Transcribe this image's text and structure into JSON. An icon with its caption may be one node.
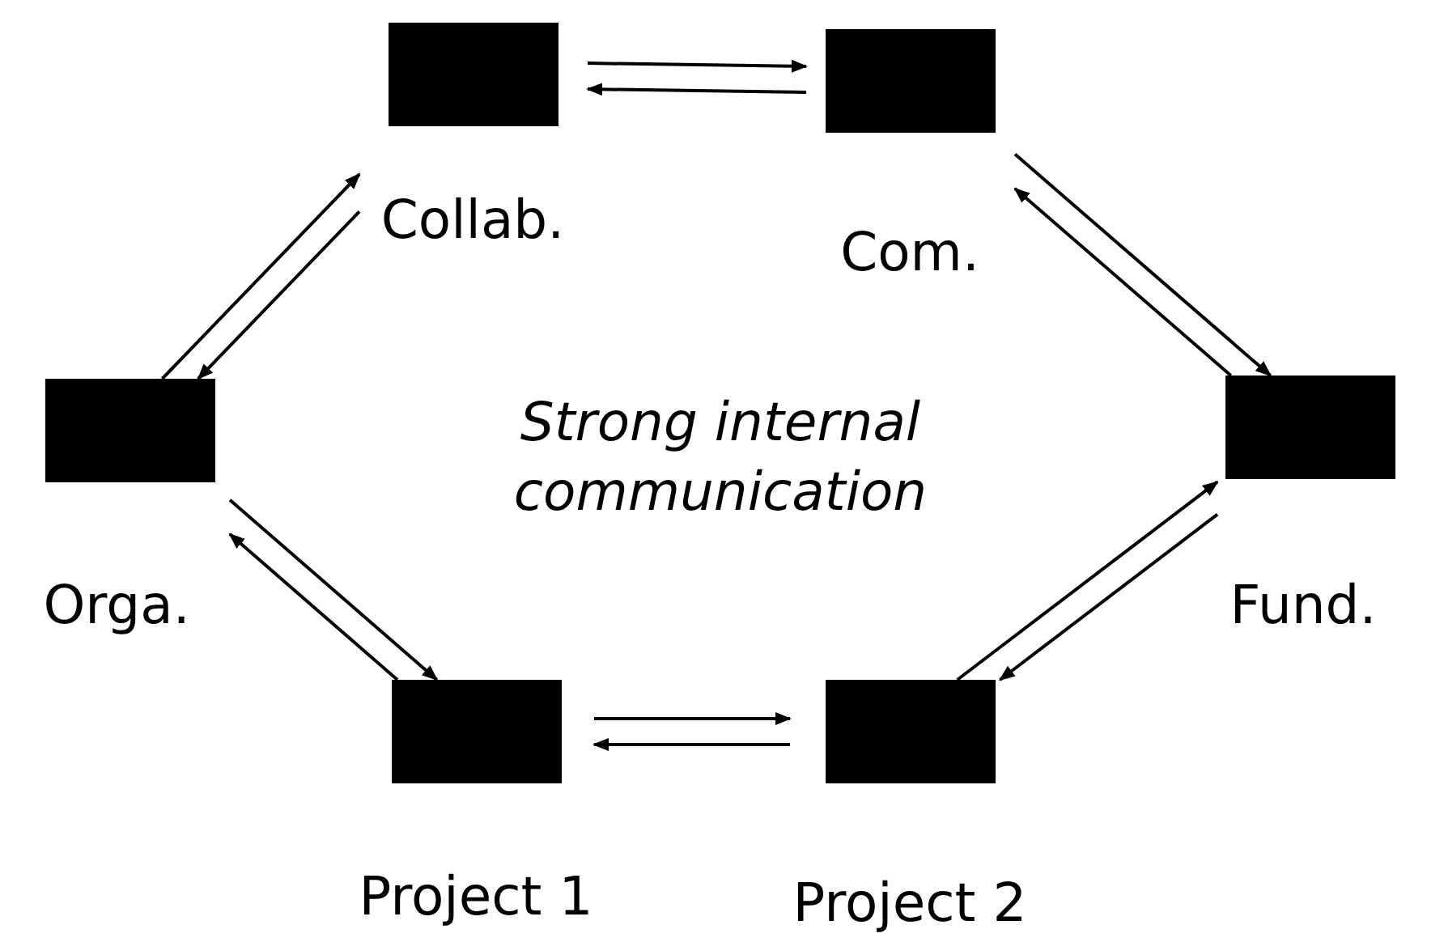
{
  "diagram": {
    "nodes": [
      {
        "text": [
          "Collab."
        ]
      },
      {
        "text": [
          "Com."
        ]
      },
      {
        "text": [
          "Orga."
        ]
      },
      {
        "text": [
          "Fund."
        ]
      },
      {
        "text": [
          "Project 1"
        ]
      },
      {
        "text": [
          "Project 2"
        ]
      }
    ],
    "edges": [
      {
        "from": 0,
        "to": 1,
        "arrow": "to"
      },
      {
        "from": 1,
        "to": 0,
        "arrow": "to"
      },
      {
        "from": 1,
        "to": 3,
        "arrow": "to"
      },
      {
        "from": 3,
        "to": 1,
        "arrow": "to"
      },
      {
        "from": 5,
        "to": 3,
        "arrow": "to"
      },
      {
        "from": 3,
        "to": 5,
        "arrow": "to"
      },
      {
        "from": 4,
        "to": 5,
        "arrow": "to"
      },
      {
        "from": 5,
        "to": 4,
        "arrow": "to"
      },
      {
        "from": 2,
        "to": 4,
        "arrow": "to"
      },
      {
        "from": 4,
        "to": 2,
        "arrow": "to"
      },
      {
        "from": 0,
        "to": 2,
        "arrow": "to"
      },
      {
        "from": 2,
        "to": 0,
        "arrow": "to"
      }
    ],
    "labels": [
      "Strong internal communication"
    ]
  }
}
